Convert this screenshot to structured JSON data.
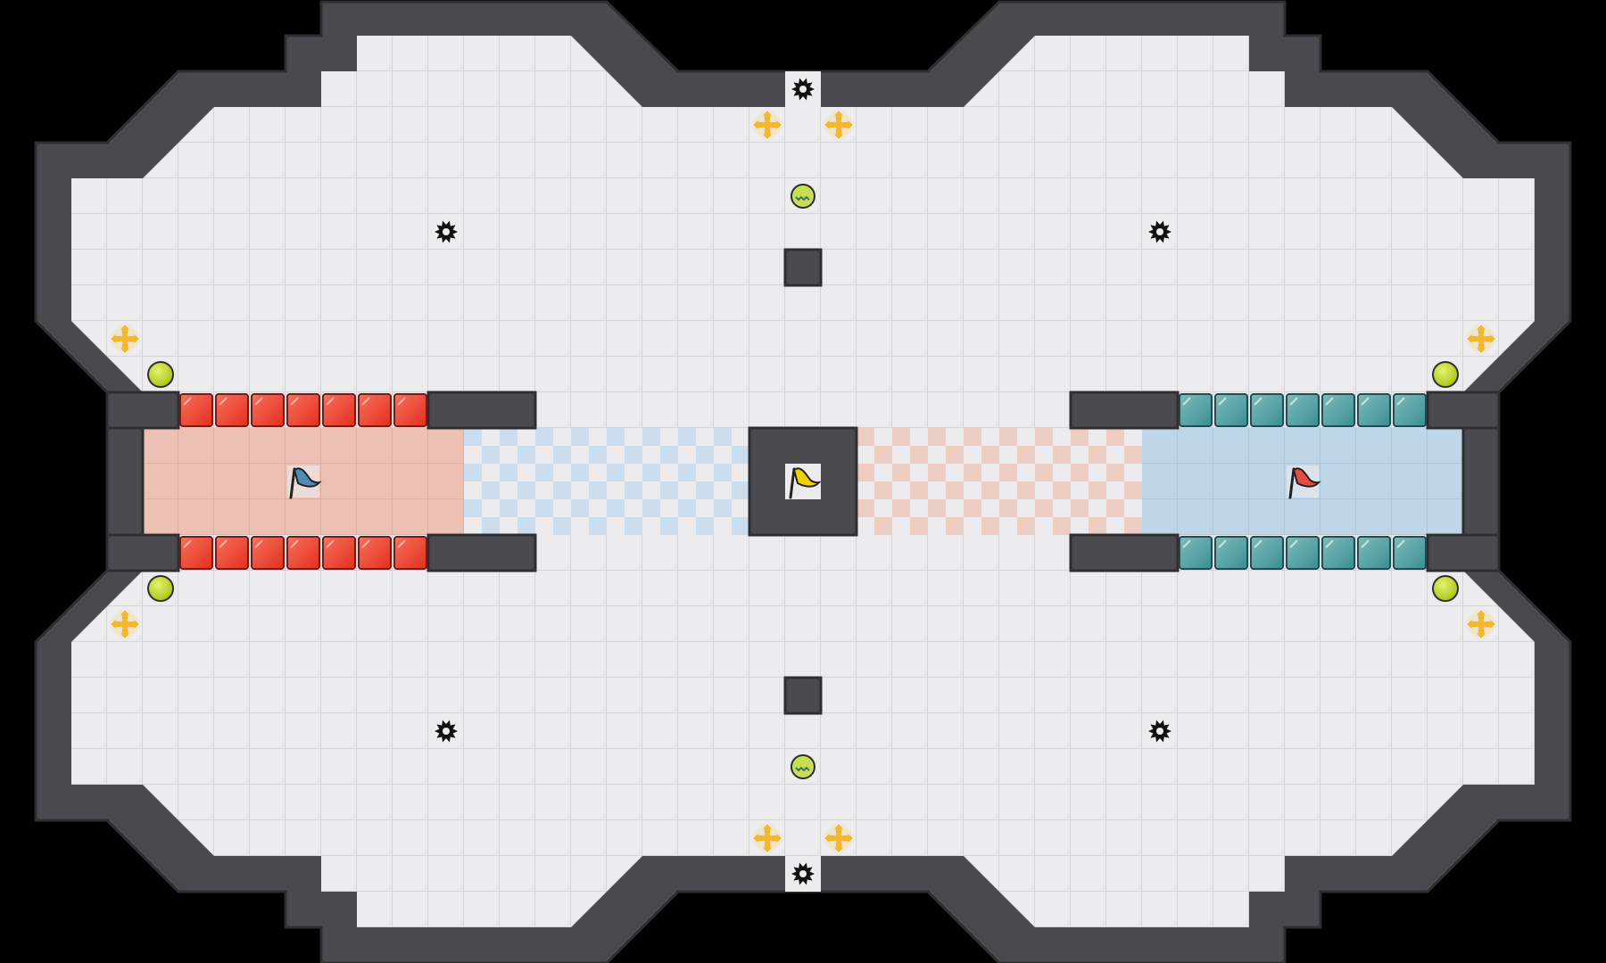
{
  "map": {
    "colors": {
      "background": "#000000",
      "floor": "#ECECEE",
      "floor_grid": "#D3D3D8",
      "wall": "#4A4A4E",
      "wall_edge": "#2E2E31",
      "red_zone": "#ECC1B3",
      "blue_zone": "#BED6E8",
      "red_checker": "#EDCDC1",
      "blue_checker": "#CCDDEE",
      "red_gate": "#EE4433",
      "teal_gate": "#4F9C9E",
      "boost": "#F6B826",
      "powerup": "#BCD820",
      "bomb": "#C8DE54",
      "spike": "#111111",
      "yellow_flag": "#F0D000",
      "red_flag": "#E84B43",
      "blue_flag": "#4D8CB5"
    },
    "icons": {
      "spike": "spike-icon",
      "boost": "boost-pad-icon",
      "powerup": "powerup-icon",
      "bomb": "bomb-icon",
      "gate": "gate-tile-icon",
      "flag": "flag-icon"
    },
    "counts": {
      "red_gate_tiles": 14,
      "teal_gate_tiles": 14,
      "boost_pads": 8,
      "powerups": 4,
      "bombs": 2,
      "spikes": 6
    },
    "flags": [
      {
        "team": "blue",
        "zone": "red-base"
      },
      {
        "team": "yellow",
        "zone": "center"
      },
      {
        "team": "red",
        "zone": "blue-base"
      }
    ]
  }
}
